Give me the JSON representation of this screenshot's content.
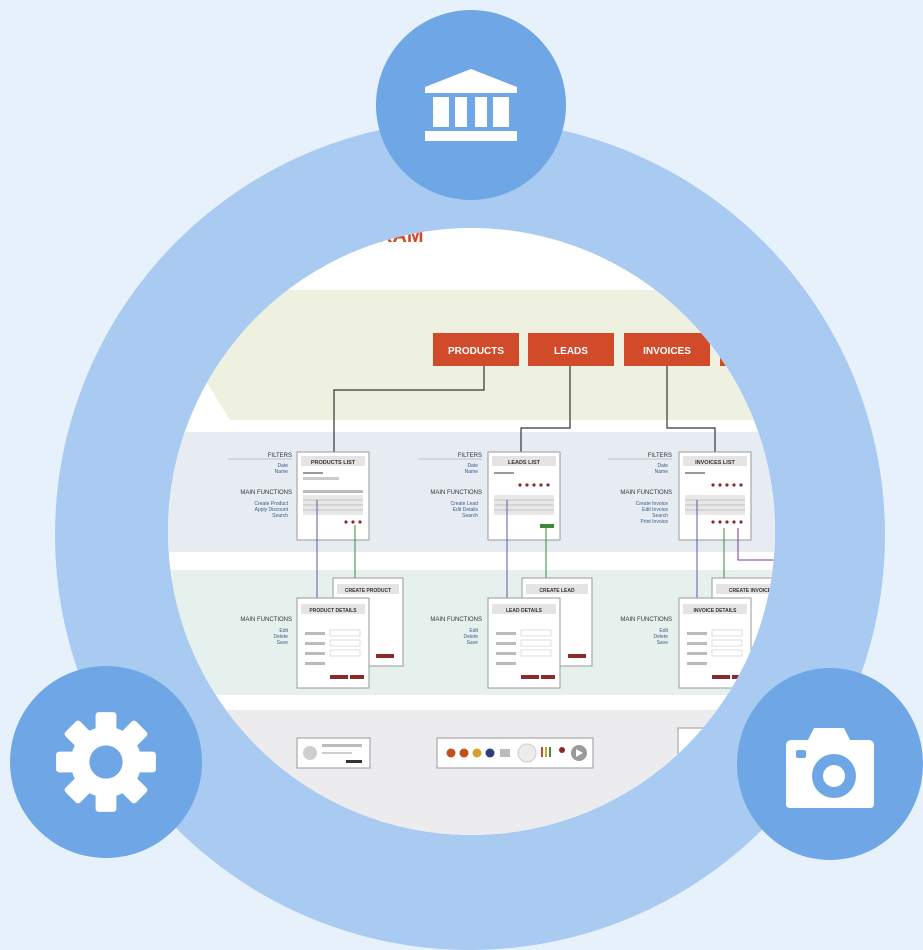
{
  "title_fragment": "RAM",
  "top_nav": [
    {
      "label": "PRODUCTS"
    },
    {
      "label": "LEADS"
    },
    {
      "label": "INVOICES"
    }
  ],
  "columns": [
    {
      "filters_heading": "FILTERS",
      "filters": [
        "Date",
        "Name"
      ],
      "main_functions_heading": "MAIN FUNCTIONS",
      "list_functions": [
        "Create Product",
        "Apply Discount",
        "Search"
      ],
      "list_title": "PRODUCTS LIST",
      "detail_functions_heading": "MAIN FUNCTIONS",
      "detail_functions": [
        "Edit",
        "Delete",
        "Save"
      ],
      "detail_title": "PRODUCT DETAILS",
      "create_title": "CREATE PRODUCT"
    },
    {
      "filters_heading": "FILTERS",
      "filters": [
        "Date",
        "Name"
      ],
      "main_functions_heading": "MAIN FUNCTIONS",
      "list_functions": [
        "Create Lead",
        "Edit Details",
        "Search"
      ],
      "list_title": "LEADS LIST",
      "detail_functions_heading": "MAIN FUNCTIONS",
      "detail_functions": [
        "Edit",
        "Delete",
        "Save"
      ],
      "detail_title": "LEAD DETAILS",
      "create_title": "CREATE LEAD"
    },
    {
      "filters_heading": "FILTERS",
      "filters": [
        "Date",
        "Name"
      ],
      "main_functions_heading": "MAIN FUNCTIONS",
      "list_functions": [
        "Create Invoice",
        "Edit Invoice",
        "Search",
        "Print Invoice"
      ],
      "list_title": "INVOICES LIST",
      "detail_functions_heading": "MAIN FUNCTIONS",
      "detail_functions": [
        "Edit",
        "Delete",
        "Save"
      ],
      "detail_title": "INVOICE DETAILS",
      "create_title": "CREATE INVOICE"
    }
  ],
  "icons": {
    "top": "bank-icon",
    "left": "gear-icon",
    "right": "camera-icon"
  },
  "colors": {
    "background": "#e6f1fc",
    "ring": "#a9cbf1",
    "badge": "#6ea6e6",
    "nav_button": "#d14b2a",
    "band_green": "#eef1e0",
    "band_blue": "#e7ecf3",
    "band_teal": "#e6f1ee",
    "band_gray": "#ecebed"
  }
}
